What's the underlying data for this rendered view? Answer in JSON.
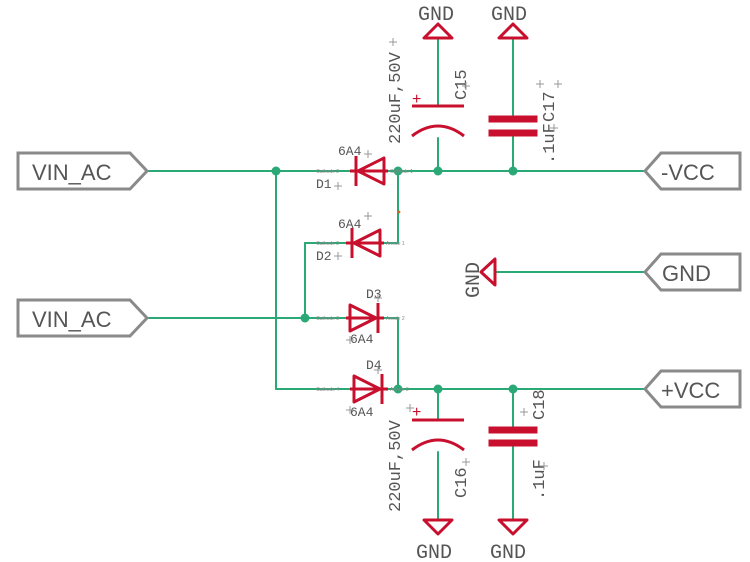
{
  "ports": {
    "vin_ac_top": "VIN_AC",
    "vin_ac_bottom": "VIN_AC",
    "neg_vcc": "-VCC",
    "gnd": "GND",
    "pos_vcc": "+VCC"
  },
  "ground_symbols": {
    "c15": "GND",
    "c17": "GND",
    "c16": "GND",
    "c18": "GND",
    "side": "GND"
  },
  "diodes": [
    {
      "ref": "D1",
      "value": "6A4"
    },
    {
      "ref": "D2",
      "value": "6A4"
    },
    {
      "ref": "D3",
      "value": "6A4"
    },
    {
      "ref": "D4",
      "value": "6A4"
    }
  ],
  "capacitors": {
    "c15": {
      "ref": "C15",
      "value": "220uF,50V"
    },
    "c17": {
      "ref": "C17",
      "value": ".1uF"
    },
    "c16": {
      "ref": "C16",
      "value": "220uF,50V"
    },
    "c18": {
      "ref": "C18",
      "value": ".1uF"
    }
  },
  "pin_labels": {
    "d1_anode": "Cathode 2",
    "d1_cathode": "Cathode 1",
    "d2_anode": "Cathode 2",
    "d2_cathode": "Anode 1",
    "d3_anode": "Cathode 3",
    "d3_cathode": "Anode 2",
    "d4_anode": "Cathode 4",
    "d4_cathode": "Anode 3"
  },
  "colors": {
    "wire": "#2aa876",
    "component": "#c8102e",
    "port_border": "#8a8a8a",
    "label_text": "#555555"
  }
}
